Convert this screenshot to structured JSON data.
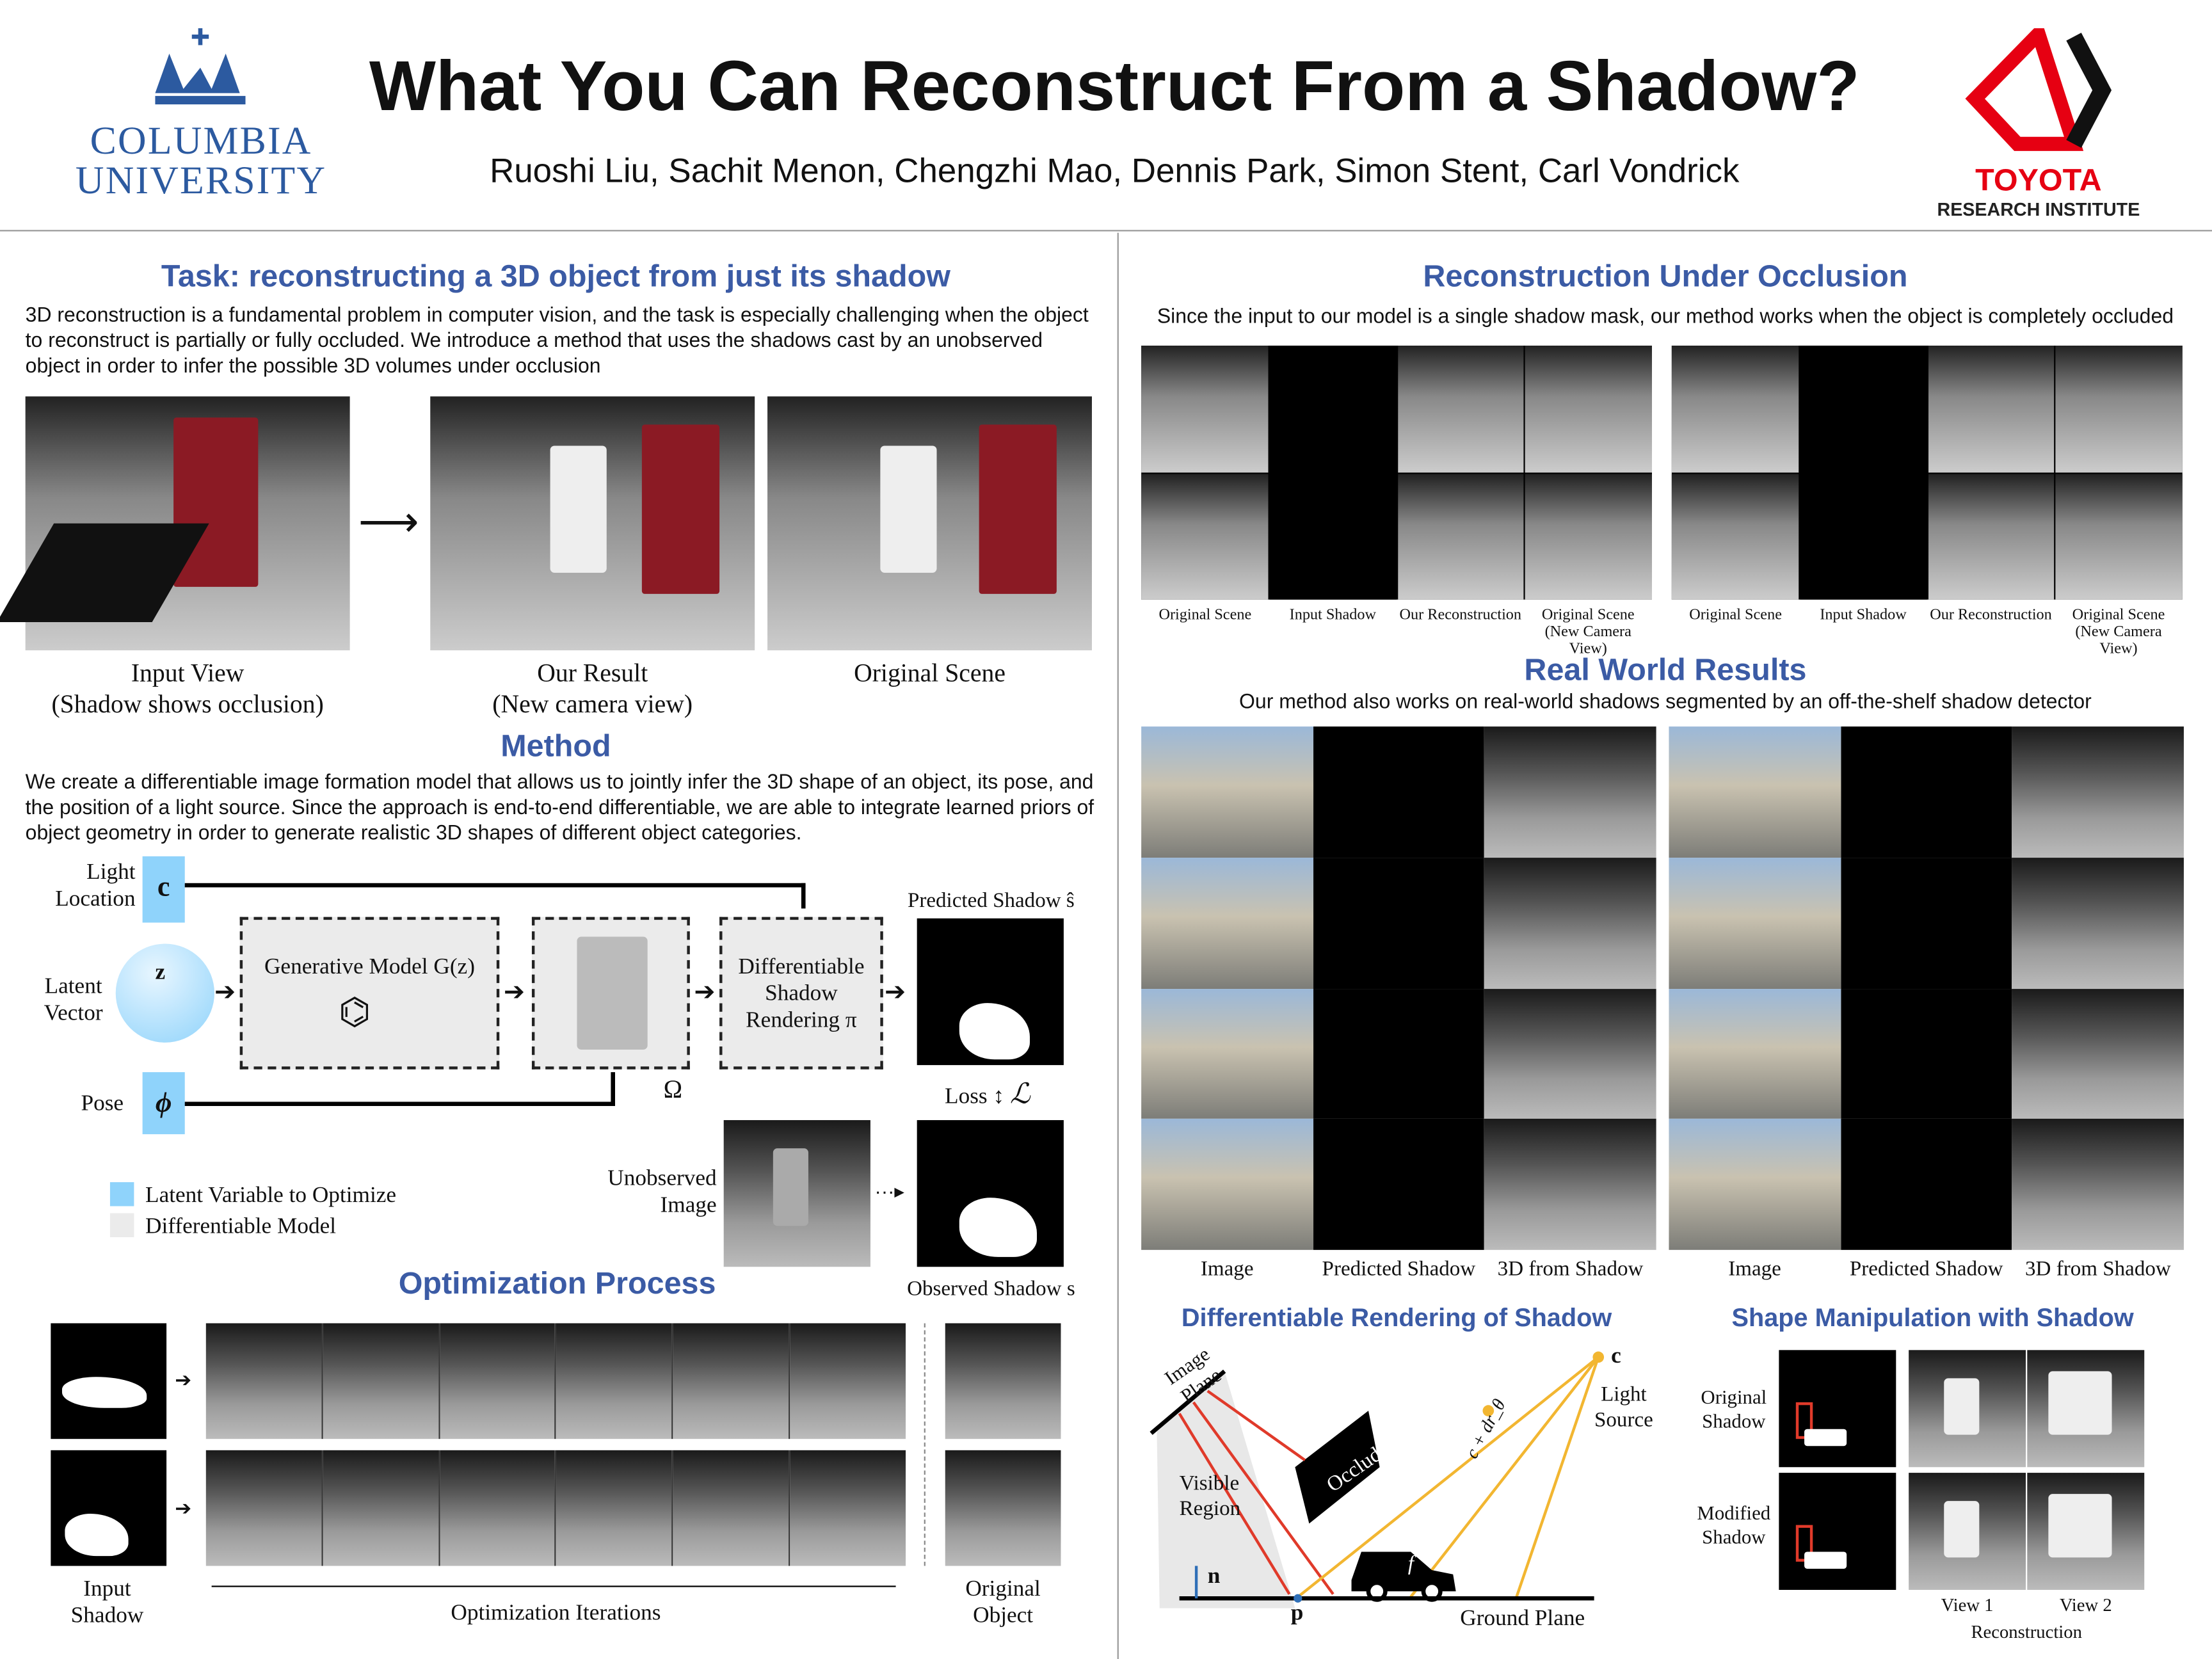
{
  "header": {
    "title": "What You Can Reconstruct From a Shadow?",
    "authors": "Ruoshi Liu, Sachit Menon, Chengzhi Mao, Dennis Park, Simon Stent, Carl Vondrick",
    "left_logo": {
      "line1": "COLUMBIA",
      "line2": "UNIVERSITY"
    },
    "right_logo": {
      "line1": "TOYOTA",
      "line2": "RESEARCH INSTITUTE"
    }
  },
  "task": {
    "heading": "Task: reconstructing a 3D object from just its shadow",
    "text": "3D reconstruction is a fundamental problem in computer vision, and the task is especially challenging when the object to reconstruct is partially or fully occluded. We introduce a method that uses the shadows cast by an unobserved object in order to infer the possible 3D volumes under occlusion",
    "captions": [
      {
        "line1": "Input View",
        "line2": "(Shadow shows occlusion)"
      },
      {
        "line1": "Our Result",
        "line2": "(New camera view)"
      },
      {
        "line1": "Original Scene",
        "line2": ""
      }
    ]
  },
  "method": {
    "heading": "Method",
    "text": "We create a differentiable image formation model that allows us to jointly infer the 3D shape of an object, its pose, and the position of a light source. Since the approach is end-to-end differentiable, we are able to integrate learned priors of object geometry in order to generate realistic 3D shapes of different object categories.",
    "light_label": "Light Location",
    "light_symbol": "c",
    "latent_label": "Latent Vector",
    "latent_symbol": "z",
    "pose_label": "Pose",
    "pose_symbol": "ϕ",
    "generative": "Generative Model G(z)",
    "omega": "Ω",
    "renderer": "Differentiable Shadow Rendering π",
    "predicted": "Predicted Shadow ŝ",
    "loss": "Loss",
    "loss_symbol": "ℒ",
    "unobserved": "Unobserved Image",
    "observed": "Observed Shadow s",
    "legend": [
      "Latent Variable to Optimize",
      "Differentiable Model"
    ]
  },
  "optimization": {
    "heading": "Optimization Process",
    "input": "Input Shadow",
    "iterations": "Optimization Iterations",
    "original": "Original Object"
  },
  "occlusion": {
    "heading": "Reconstruction Under Occlusion",
    "text": "Since the input to our model is a single shadow mask, our method works when the object is completely occluded",
    "captions": [
      "Original Scene",
      "Input Shadow",
      "Our Reconstruction",
      "Original Scene (New Camera View)"
    ]
  },
  "realworld": {
    "heading": "Real World Results",
    "text": "Our method also works on real-world shadows segmented by an off-the-shelf shadow detector",
    "captions": [
      "Image",
      "Predicted Shadow",
      "3D from Shadow"
    ]
  },
  "diffrender": {
    "heading": "Differentiable Rendering of Shadow",
    "image_plane": "Image Plane",
    "visible": "Visible Region",
    "occluder": "Occluder",
    "c": "c",
    "light": "Light Source",
    "cdr": "c + dr_θ",
    "f": "f",
    "n": "n",
    "p": "p",
    "ground": "Ground Plane"
  },
  "manip": {
    "heading": "Shape Manipulation with Shadow",
    "original": "Original Shadow",
    "modified": "Modified Shadow",
    "view1": "View 1",
    "view2": "View 2",
    "reconstruction": "Reconstruction"
  },
  "colors": {
    "heading": "#3b5ba5",
    "latent": "#8fd3fb",
    "toyota_red": "#e60012",
    "ray_red": "#e03a2a",
    "ray_yellow": "#f2b631"
  }
}
